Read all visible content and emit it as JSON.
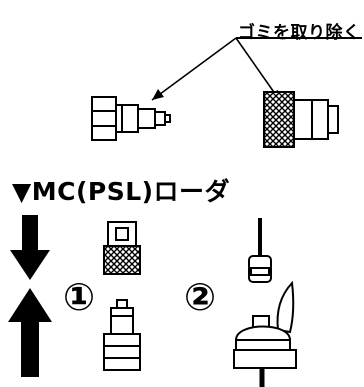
{
  "callout": {
    "text": "ゴミを取り除く"
  },
  "heading": {
    "text": "▼MC(PSL)ローダ"
  },
  "steps": {
    "one": "①",
    "two": "②"
  },
  "colors": {
    "ink": "#000000",
    "background": "#ffffff"
  }
}
